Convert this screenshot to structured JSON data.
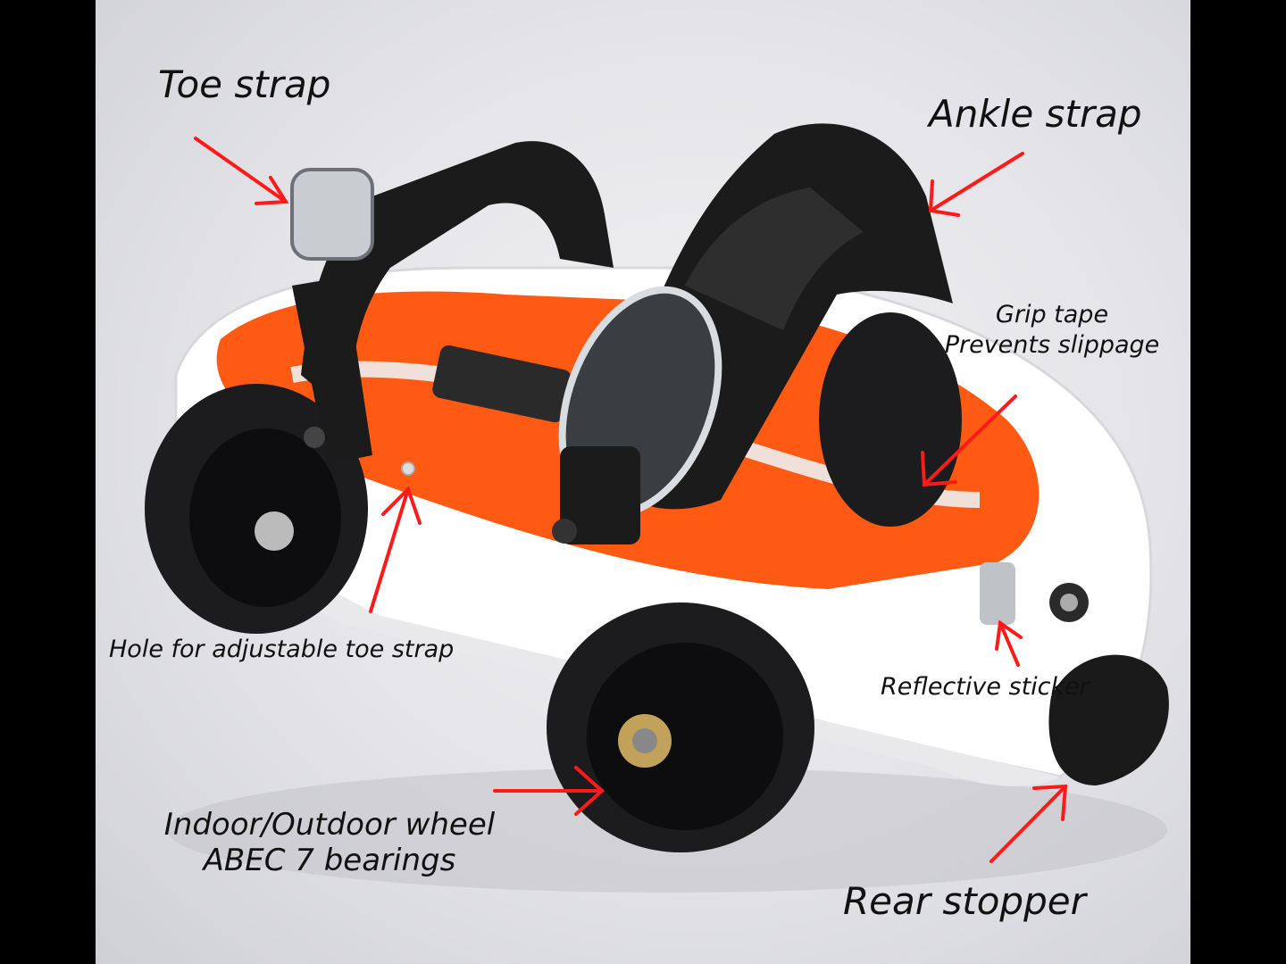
{
  "labels": {
    "toe_strap": "Toe strap",
    "ankle_strap": "Ankle strap",
    "grip_tape_line1": "Grip tape",
    "grip_tape_line2": "Prevents slippage",
    "hole": "Hole for adjustable toe strap",
    "reflective": "Reflective sticker",
    "wheel_line1": "Indoor/Outdoor wheel",
    "wheel_line2": "ABEC 7 bearings",
    "rear_stopper": "Rear stopper"
  },
  "colors": {
    "arrow": "#ff1a1a",
    "grip": "#ff5a14",
    "shell": "#ffffff",
    "strap": "#1a1a1a",
    "background": "#000000"
  }
}
